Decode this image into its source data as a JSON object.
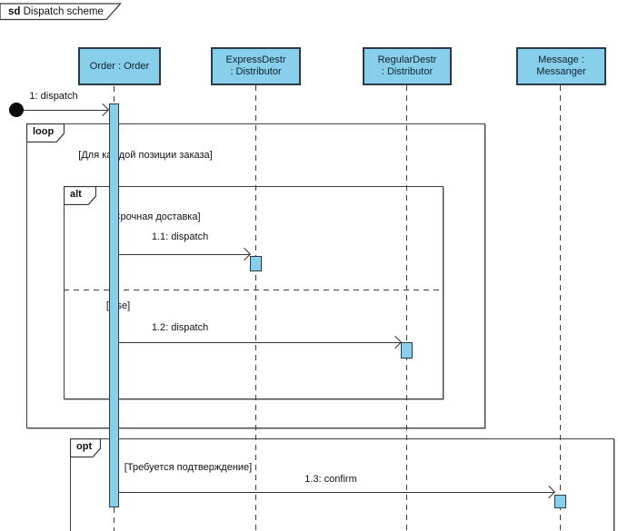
{
  "title": {
    "keyword": "sd",
    "name": "Dispatch scheme"
  },
  "lifelines": [
    {
      "id": "order",
      "line1": "Order : Order",
      "line2": ""
    },
    {
      "id": "express",
      "line1": "ExpressDestr",
      "line2": ": Distributor"
    },
    {
      "id": "regular",
      "line1": "RegularDestr",
      "line2": ": Distributor"
    },
    {
      "id": "message",
      "line1": "Message :",
      "line2": "Messanger"
    }
  ],
  "fragments": {
    "loop": {
      "operator": "loop",
      "guard": "[Для каждой позиции заказа]"
    },
    "alt": {
      "operator": "alt",
      "guard_if": "[Срочная доставка]",
      "guard_else": "[else]"
    },
    "opt": {
      "operator": "opt",
      "guard": "[Требуется подтверждение]"
    }
  },
  "messages": {
    "m1": "1: dispatch",
    "m1_1": "1.1: dispatch",
    "m1_2": "1.2: dispatch",
    "m1_3": "1.3: confirm"
  },
  "colors": {
    "shape_fill": "#87CFEA",
    "shape_border": "#2C3A47",
    "line": "#333333",
    "background": "#FFFFFF"
  }
}
